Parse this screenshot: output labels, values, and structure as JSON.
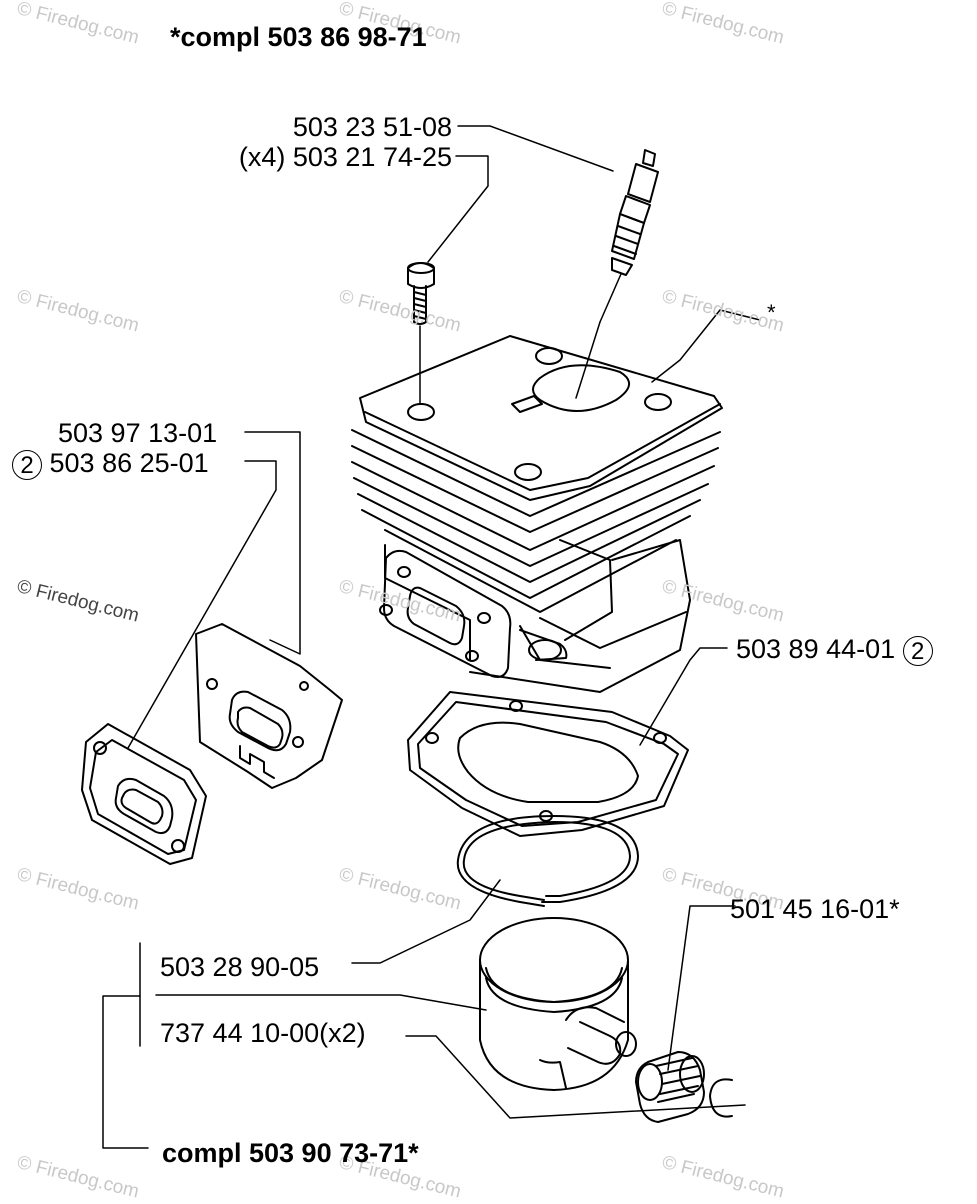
{
  "header": {
    "assembly": "*compl 503 86 98-71"
  },
  "footer": {
    "assembly": "compl 503 90 73-71*"
  },
  "parts": {
    "spark_plug": "503 23 51-08",
    "screw_qty": "(x4)",
    "screw": "503 21 74-25",
    "cylinder_mark": "*",
    "muffler_gasket": "503 97 13-01",
    "gasket_qty": "2",
    "exhaust_gasket": "503 86 25-01",
    "base_gasket": "503 89 44-01",
    "base_gasket_qty": "2",
    "needle_bearing": "501 45 16-01*",
    "piston_ring": "503 28 90-05",
    "circlip": "737 44 10-00(x2)"
  },
  "watermark": "© Firedog.com"
}
